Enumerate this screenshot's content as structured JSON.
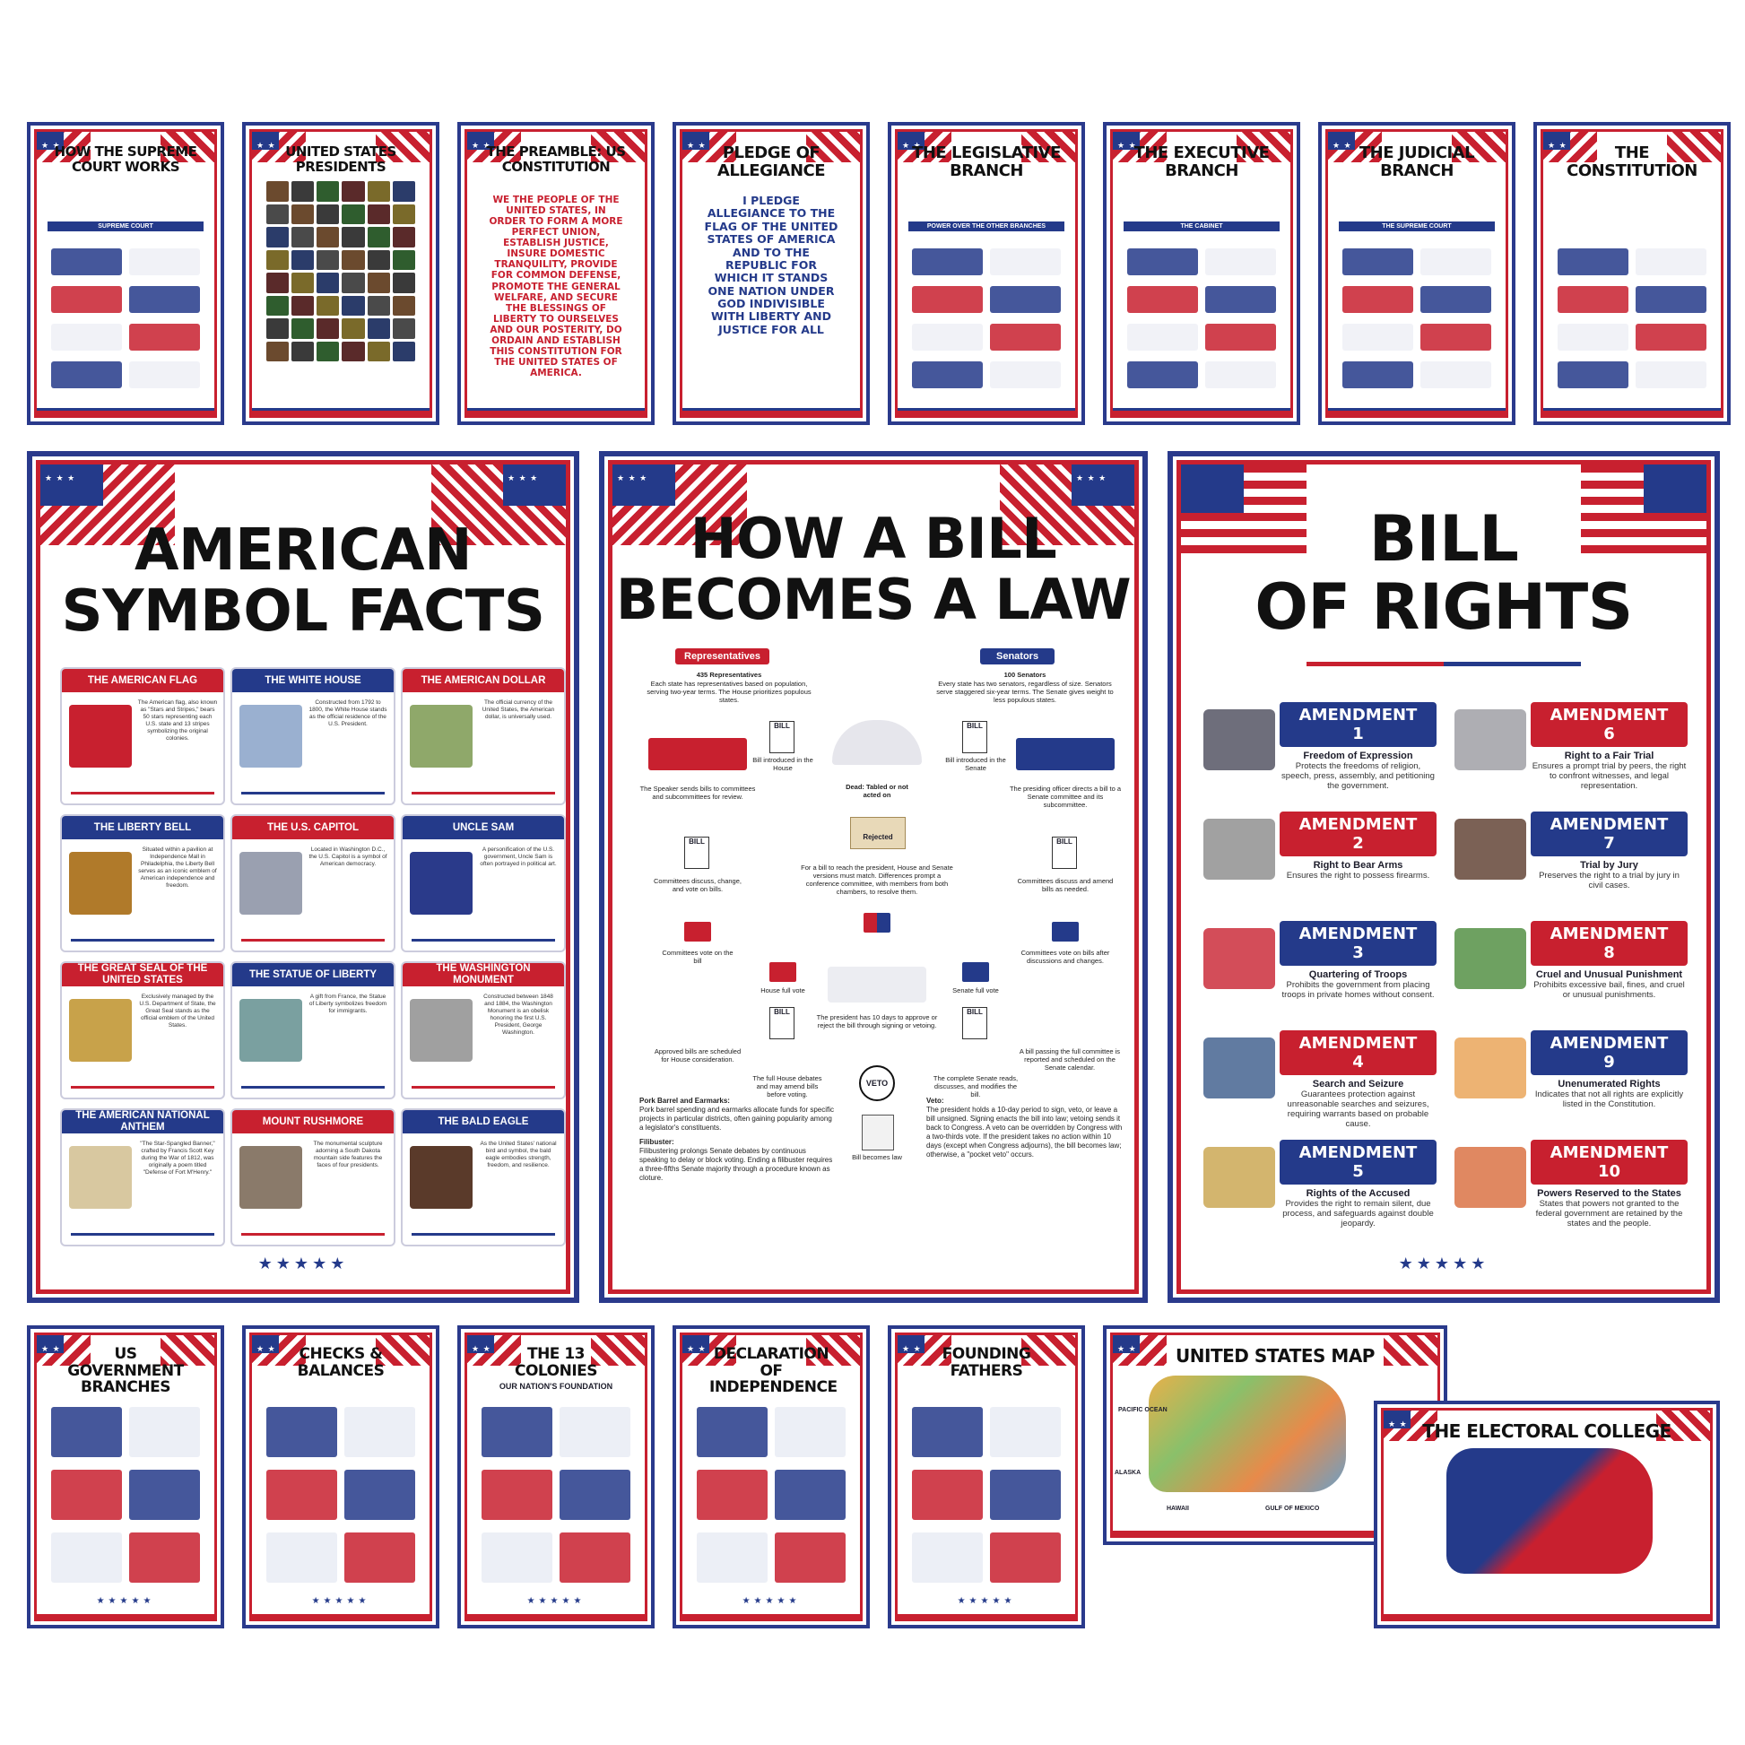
{
  "top_row": [
    {
      "title": "HOW THE SUPREME COURT WORKS",
      "sub": "SUPREME COURT"
    },
    {
      "title": "UNITED STATES PRESIDENTS"
    },
    {
      "title": "THE PREAMBLE: US CONSTITUTION",
      "body": "WE THE PEOPLE OF THE UNITED STATES, IN ORDER TO FORM A MORE PERFECT UNION, ESTABLISH JUSTICE, INSURE DOMESTIC TRANQUILITY, PROVIDE FOR COMMON DEFENSE, PROMOTE THE GENERAL WELFARE, AND SECURE THE BLESSINGS OF LIBERTY TO OURSELVES AND OUR POSTERITY, DO ORDAIN AND ESTABLISH THIS CONSTITUTION FOR THE UNITED STATES OF AMERICA."
    },
    {
      "title": "PLEDGE OF ALLEGIANCE",
      "body": "I PLEDGE ALLEGIANCE TO THE FLAG OF THE UNITED STATES OF AMERICA AND TO THE REPUBLIC FOR WHICH IT STANDS ONE NATION UNDER GOD INDIVISIBLE WITH LIBERTY AND JUSTICE FOR ALL"
    },
    {
      "title": "THE LEGISLATIVE BRANCH",
      "sub": "POWER OVER THE OTHER BRANCHES"
    },
    {
      "title": "THE EXECUTIVE BRANCH",
      "sub": "THE CABINET"
    },
    {
      "title": "THE JUDICIAL BRANCH",
      "sub": "THE SUPREME COURT"
    },
    {
      "title": "THE CONSTITUTION"
    }
  ],
  "symbols": {
    "title1": "AMERICAN",
    "title2": "SYMBOL FACTS",
    "cards": [
      {
        "head": "THE AMERICAN FLAG",
        "color": "red",
        "text": "The American flag, also known as \"Stars and Stripes,\" bears 50 stars representing each U.S. state and 13 stripes symbolizing the original colonies."
      },
      {
        "head": "THE WHITE HOUSE",
        "color": "blue",
        "text": "Constructed from 1792 to 1800, the White House stands as the official residence of the U.S. President."
      },
      {
        "head": "THE AMERICAN DOLLAR",
        "color": "red",
        "text": "The official currency of the United States, the American dollar, is universally used."
      },
      {
        "head": "THE LIBERTY BELL",
        "color": "blue",
        "text": "Situated within a pavilion at Independence Mall in Philadelphia, the Liberty Bell serves as an iconic emblem of American independence and freedom."
      },
      {
        "head": "THE U.S. CAPITOL",
        "color": "red",
        "text": "Located in Washington D.C., the U.S. Capitol is a symbol of American democracy."
      },
      {
        "head": "UNCLE SAM",
        "color": "blue",
        "text": "A personification of the U.S. government, Uncle Sam is often portrayed in political art."
      },
      {
        "head": "THE GREAT SEAL OF THE UNITED STATES",
        "color": "red",
        "text": "Exclusively managed by the U.S. Department of State, the Great Seal stands as the official emblem of the United States."
      },
      {
        "head": "THE STATUE OF LIBERTY",
        "color": "blue",
        "text": "A gift from France, the Statue of Liberty symbolizes freedom for immigrants."
      },
      {
        "head": "THE WASHINGTON MONUMENT",
        "color": "red",
        "text": "Constructed between 1848 and 1884, the Washington Monument is an obelisk honoring the first U.S. President, George Washington."
      },
      {
        "head": "THE AMERICAN NATIONAL ANTHEM",
        "color": "blue",
        "text": "\"The Star-Spangled Banner,\" crafted by Francis Scott Key during the War of 1812, was originally a poem titled \"Defense of Fort M'Henry.\""
      },
      {
        "head": "MOUNT RUSHMORE",
        "color": "red",
        "text": "The monumental sculpture adorning a South Dakota mountain side features the faces of four presidents."
      },
      {
        "head": "THE BALD EAGLE",
        "color": "blue",
        "text": "As the United States' national bird and symbol, the bald eagle embodies strength, freedom, and resilience."
      }
    ]
  },
  "bill": {
    "title1": "HOW A BILL",
    "title2": "BECOMES A LAW",
    "reps_label": "Representatives",
    "sen_label": "Senators",
    "reps_count": "435 Representatives",
    "reps_text": "Each state has representatives based on population, serving two-year terms. The House prioritizes populous states.",
    "sen_count": "100 Senators",
    "sen_text": "Every state has two senators, regardless of size. Senators serve staggered six-year terms. The Senate gives weight to less populous states.",
    "bill_house": "Bill introduced in the House",
    "bill_senate": "Bill introduced in the Senate",
    "speaker": "The Speaker sends bills to committees and subcommittees for review.",
    "presiding": "The presiding officer directs a bill to a Senate committee and its subcommittee.",
    "dead": "Dead: Tabled or not acted on",
    "rejected": "Rejected",
    "conference": "For a bill to reach the president, House and Senate versions must match. Differences prompt a conference committee, with members from both chambers, to resolve them.",
    "committees_house": "Committees discuss, change, and vote on bills.",
    "committees_senate": "Committees discuss and amend bills as needed.",
    "vote_house": "Committees vote on the bill",
    "vote_senate": "Committees vote on bills after discussions and changes.",
    "house_full": "House full vote",
    "senate_full": "Senate full vote",
    "approved": "Approved bills are scheduled for House consideration.",
    "calendar": "A bill passing the full committee is reported and scheduled on the Senate calendar.",
    "president": "The president has 10 days to approve or reject the bill through signing or vetoing.",
    "house_debate": "The full House debates and may amend bills before voting.",
    "senate_debate": "The complete Senate reads, discusses, and modifies the bill.",
    "bill_word": "BILL",
    "veto": "VETO",
    "law": "Bill becomes law",
    "pork_h": "Pork Barrel and Earmarks:",
    "pork": "Pork barrel spending and earmarks allocate funds for specific projects in particular districts, often gaining popularity among a legislator's constituents.",
    "fili_h": "Filibuster:",
    "fili": "Filibustering prolongs Senate debates by continuous speaking to delay or block voting. Ending a filibuster requires a three-fifths Senate majority through a procedure known as cloture.",
    "veto_h": "Veto:",
    "veto_text": "The president holds a 10-day period to sign, veto, or leave a bill unsigned. Signing enacts the bill into law; vetoing sends it back to Congress. A veto can be overridden by Congress with a two-thirds vote. If the president takes no action within 10 days (except when Congress adjourns), the bill becomes law; otherwise, a \"pocket veto\" occurs."
  },
  "rights": {
    "title1": "BILL",
    "title2": "OF RIGHTS",
    "amendments": [
      {
        "label": "AMENDMENT 1",
        "color": "blue",
        "sub": "Freedom of Expression",
        "desc": "Protects the freedoms of religion, speech, press, assembly, and petitioning the government."
      },
      {
        "label": "AMENDMENT 6",
        "color": "red",
        "sub": "Right to a Fair Trial",
        "desc": "Ensures a prompt trial by peers, the right to confront witnesses, and legal representation."
      },
      {
        "label": "AMENDMENT 2",
        "color": "red",
        "sub": "Right to Bear Arms",
        "desc": "Ensures the right to possess firearms."
      },
      {
        "label": "AMENDMENT 7",
        "color": "blue",
        "sub": "Trial by Jury",
        "desc": "Preserves the right to a trial by jury in civil cases."
      },
      {
        "label": "AMENDMENT 3",
        "color": "blue",
        "sub": "Quartering of Troops",
        "desc": "Prohibits the government from placing troops in private homes without consent."
      },
      {
        "label": "AMENDMENT 8",
        "color": "red",
        "sub": "Cruel and Unusual Punishment",
        "desc": "Prohibits excessive bail, fines, and cruel or unusual punishments."
      },
      {
        "label": "AMENDMENT 4",
        "color": "red",
        "sub": "Search and Seizure",
        "desc": "Guarantees protection against unreasonable searches and seizures, requiring warrants based on probable cause."
      },
      {
        "label": "AMENDMENT 9",
        "color": "blue",
        "sub": "Unenumerated Rights",
        "desc": "Indicates that not all rights are explicitly listed in the Constitution."
      },
      {
        "label": "AMENDMENT 5",
        "color": "blue",
        "sub": "Rights of the Accused",
        "desc": "Provides the right to remain silent, due process, and safeguards against double jeopardy."
      },
      {
        "label": "AMENDMENT 10",
        "color": "red",
        "sub": "Powers Reserved to the States",
        "desc": "States that powers not granted to the federal government are retained by the states and the people."
      }
    ]
  },
  "bottom_row": [
    {
      "title": "US GOVERNMENT BRANCHES"
    },
    {
      "title": "CHECKS & BALANCES"
    },
    {
      "title": "THE 13 COLONIES",
      "sub": "OUR NATION'S FOUNDATION"
    },
    {
      "title": "DECLARATION OF INDEPENDENCE"
    },
    {
      "title": "FOUNDING FATHERS"
    },
    {
      "title": "UNITED STATES MAP",
      "labels": [
        "PACIFIC OCEAN",
        "GULF OF MEXICO",
        "HAWAII",
        "ALASKA"
      ]
    },
    {
      "title": "THE ELECTORAL COLLEGE"
    }
  ],
  "stars": "★★★★★",
  "colors": {
    "red": "#c8202f",
    "blue": "#243a8a"
  }
}
